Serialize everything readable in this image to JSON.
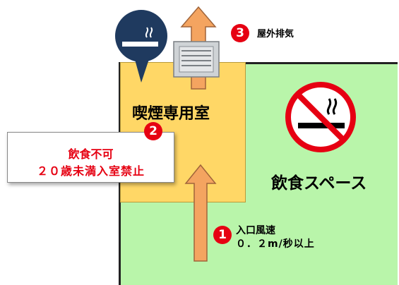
{
  "areas": {
    "smoking_room": "喫煙専用室",
    "dining_space": "飲食スペース"
  },
  "exhaust": {
    "number": "3",
    "label": "屋外排気"
  },
  "notice": {
    "number": "2",
    "line1": "飲食不可",
    "line2": "２０歳未満入室禁止"
  },
  "inflow": {
    "number": "1",
    "line1": "入口風速",
    "line2": "０．２m/秒以上"
  },
  "icons": {
    "smoking_sign": "smoking-bubble-icon",
    "no_smoking_sign": "no-smoking-icon",
    "exhaust_fan": "exhaust-vent-icon"
  },
  "colors": {
    "dining": "#b9f5aa",
    "smoking_room": "#ffd766",
    "arrow": "#f4a460",
    "badge": "#e60012",
    "sign_bubble": "#1f3a5f"
  }
}
